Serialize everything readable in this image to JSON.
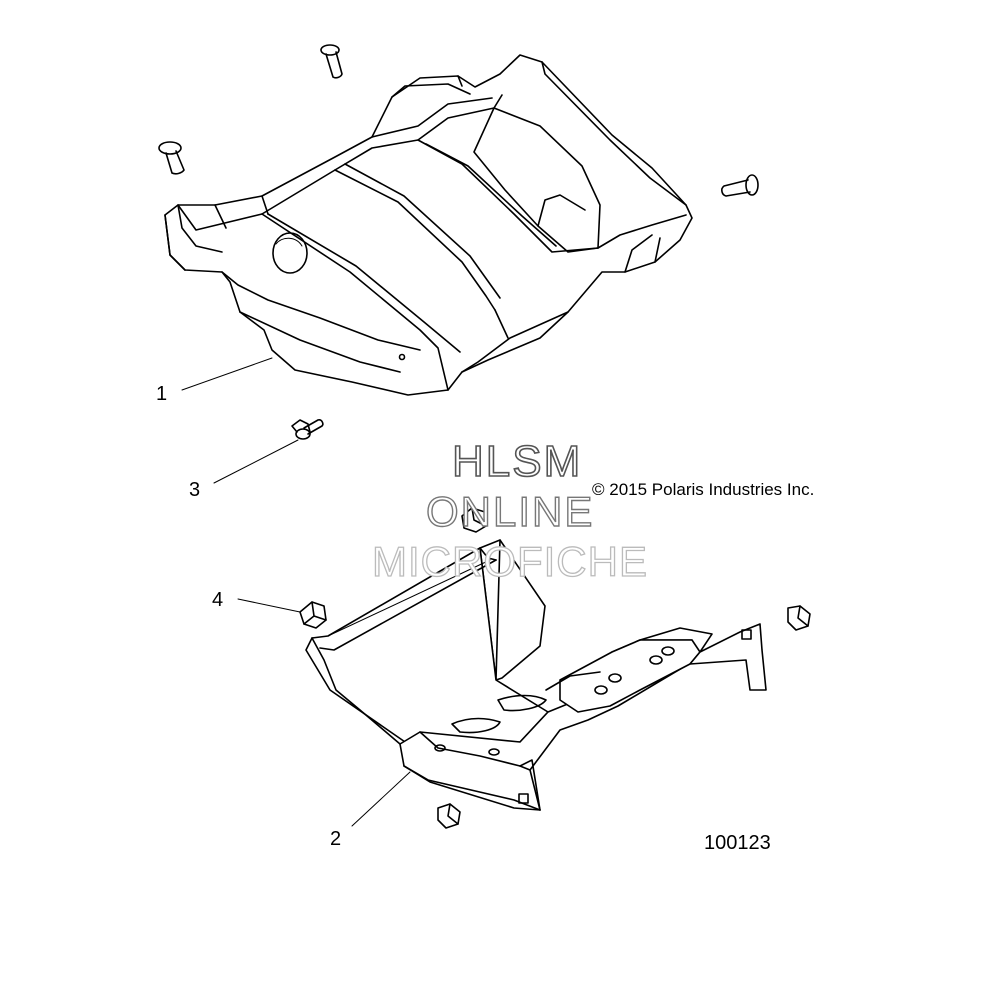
{
  "watermark": {
    "line1": "HLSM",
    "line2": "ONLINE",
    "line3": "MICROFICHE"
  },
  "copyright": "© 2015 Polaris Industries Inc.",
  "figure_number": "100123",
  "callouts": [
    {
      "id": "1",
      "label": "1"
    },
    {
      "id": "2",
      "label": "2"
    },
    {
      "id": "3",
      "label": "3"
    },
    {
      "id": "4",
      "label": "4"
    }
  ]
}
